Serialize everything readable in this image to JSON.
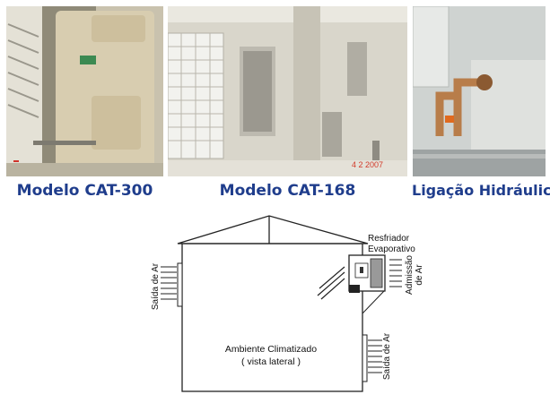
{
  "photos": [
    {
      "caption": "Modelo CAT-300"
    },
    {
      "caption": "Modelo CAT-168",
      "timestamp": "4  2  2007"
    },
    {
      "caption": "Ligação Hidráulica"
    }
  ],
  "diagram": {
    "cooler_label_1": "Resfriador",
    "cooler_label_2": "Evaporativo",
    "admission_1": "Admissão",
    "admission_2": "de Ar",
    "exhaust_left": "Saída de Ar",
    "exhaust_right": "Saída de Ar",
    "room_line_1": "Ambiente Climatizado",
    "room_line_2": "( vista lateral )"
  }
}
